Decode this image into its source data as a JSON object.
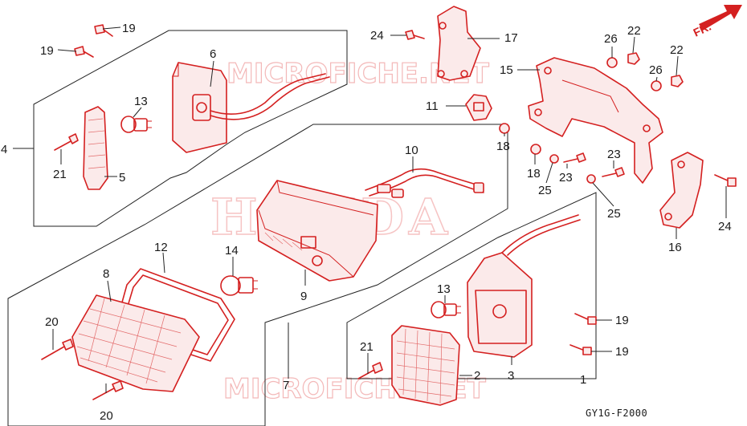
{
  "diagram": {
    "orientation_label": "FR.",
    "diagram_code": "GY1G-F2000",
    "watermarks": {
      "top": "MICROFICHE.NET",
      "center": "HONDA",
      "bottom": "MICROFICHE.NET"
    },
    "callouts": [
      {
        "id": "c1",
        "text": "1"
      },
      {
        "id": "c2",
        "text": "2"
      },
      {
        "id": "c3",
        "text": "3"
      },
      {
        "id": "c4",
        "text": "4"
      },
      {
        "id": "c5",
        "text": "5"
      },
      {
        "id": "c6",
        "text": "6"
      },
      {
        "id": "c7",
        "text": "7"
      },
      {
        "id": "c8",
        "text": "8"
      },
      {
        "id": "c9",
        "text": "9"
      },
      {
        "id": "c10",
        "text": "10"
      },
      {
        "id": "c11",
        "text": "11"
      },
      {
        "id": "c12",
        "text": "12"
      },
      {
        "id": "c13a",
        "text": "13"
      },
      {
        "id": "c13b",
        "text": "13"
      },
      {
        "id": "c14",
        "text": "14"
      },
      {
        "id": "c15",
        "text": "15"
      },
      {
        "id": "c16",
        "text": "16"
      },
      {
        "id": "c17",
        "text": "17"
      },
      {
        "id": "c18a",
        "text": "18"
      },
      {
        "id": "c18b",
        "text": "18"
      },
      {
        "id": "c19a",
        "text": "19"
      },
      {
        "id": "c19b",
        "text": "19"
      },
      {
        "id": "c19c",
        "text": "19"
      },
      {
        "id": "c19d",
        "text": "19"
      },
      {
        "id": "c20a",
        "text": "20"
      },
      {
        "id": "c20b",
        "text": "20"
      },
      {
        "id": "c21a",
        "text": "21"
      },
      {
        "id": "c21b",
        "text": "21"
      },
      {
        "id": "c22a",
        "text": "22"
      },
      {
        "id": "c22b",
        "text": "22"
      },
      {
        "id": "c23a",
        "text": "23"
      },
      {
        "id": "c23b",
        "text": "23"
      },
      {
        "id": "c24a",
        "text": "24"
      },
      {
        "id": "c24b",
        "text": "24"
      },
      {
        "id": "c25a",
        "text": "25"
      },
      {
        "id": "c25b",
        "text": "25"
      },
      {
        "id": "c26a",
        "text": "26"
      },
      {
        "id": "c26b",
        "text": "26"
      }
    ]
  },
  "colors": {
    "parts": "#d42020",
    "watermark": "#f3b8b8",
    "labels": "#1a1a1a",
    "background": "#ffffff"
  }
}
